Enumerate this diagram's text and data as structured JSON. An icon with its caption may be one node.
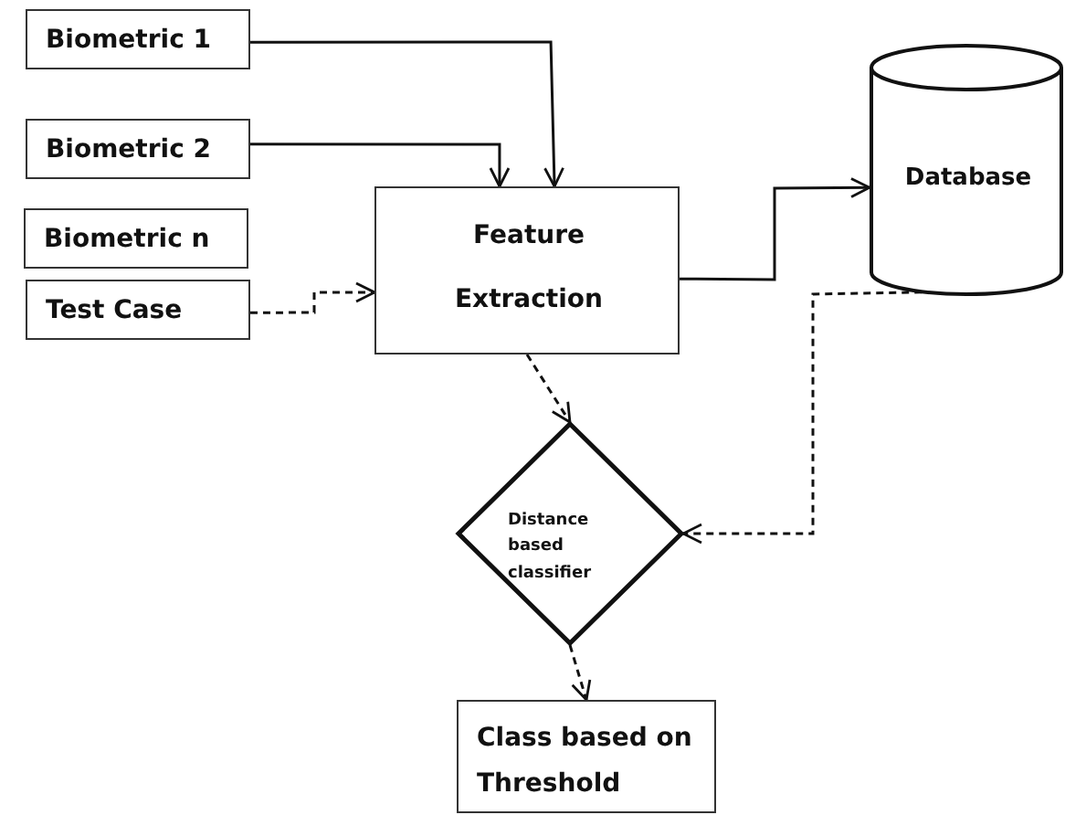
{
  "diagram": {
    "nodes": [
      {
        "text": [
          "Biometric 1"
        ]
      },
      {
        "text": [
          "Biometric 2"
        ]
      },
      {
        "text": [
          "Biometric n"
        ]
      },
      {
        "text": [
          "Test Case"
        ]
      },
      {
        "text": [
          "Feature Extraction"
        ]
      },
      {
        "text": [
          "Database"
        ]
      },
      {
        "text": [
          "Distance based classifier"
        ]
      },
      {
        "text": [
          "Class based on Threshold"
        ]
      }
    ],
    "edges": [
      {
        "from": 0,
        "to": 4,
        "arrow": "to"
      },
      {
        "from": 1,
        "to": 4,
        "arrow": "to"
      },
      {
        "from": 3,
        "to": 4,
        "arrow": "to",
        "style": "dashed"
      },
      {
        "from": 4,
        "to": 5,
        "arrow": "to"
      },
      {
        "from": 4,
        "to": 6,
        "arrow": "to",
        "style": "dashed"
      },
      {
        "from": 5,
        "to": 6,
        "arrow": "to",
        "style": "dashed"
      },
      {
        "from": 6,
        "to": 7,
        "arrow": "to",
        "style": "dashed"
      }
    ]
  }
}
